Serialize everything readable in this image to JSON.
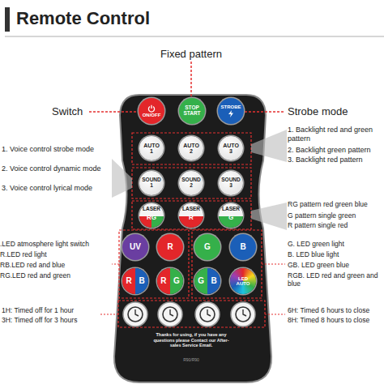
{
  "diagram": {
    "title": "Remote Control",
    "nodes": [
      {
        "text": [
          "ON/OFF"
        ]
      },
      {
        "text": [
          "STOP",
          "START"
        ]
      },
      {
        "text": [
          "STROBE"
        ]
      },
      {
        "text": [
          "AUTO",
          "1"
        ]
      },
      {
        "text": [
          "AUTO",
          "2"
        ]
      },
      {
        "text": [
          "AUTO",
          "3"
        ]
      },
      {
        "text": [
          "SOUND",
          "1"
        ]
      },
      {
        "text": [
          "SOUND",
          "2"
        ]
      },
      {
        "text": [
          "SOUND",
          "3"
        ]
      },
      {
        "text": [
          "LASER",
          "RG"
        ]
      },
      {
        "text": [
          "LASER",
          "R"
        ]
      },
      {
        "text": [
          "LASER",
          "G"
        ]
      },
      {
        "text": [
          "UV"
        ]
      },
      {
        "text": [
          "R"
        ]
      },
      {
        "text": [
          "G"
        ]
      },
      {
        "text": [
          "B"
        ]
      },
      {
        "text": [
          "R",
          "B"
        ]
      },
      {
        "text": [
          "R",
          "G"
        ]
      },
      {
        "text": [
          "G",
          "B"
        ]
      },
      {
        "text": [
          "LED",
          "AUTO"
        ]
      }
    ],
    "labels": [
      "Fixed pattern",
      "Switch",
      "Strobe mode",
      "1. Backlight red and green pattern",
      "2. Backlight green pattern",
      "3. Backlight red pattern",
      "1. Voice control strobe mode",
      "2. Voice control dynamic mode",
      "3. Voice control lyrical mode",
      "RG pattern red green blue",
      "G pattern single green",
      "R pattern single red",
      ".LED atmosphere light switch",
      "R.LED red light",
      "RB.LED red and blue",
      "RG.LED red and green",
      "G. LED green light",
      "B. LED blue light",
      "GB. LED green blue",
      "RGB. LED red and green and blue",
      "1H: Timed off for 1 hour",
      "3H: Timed off for 3 hours",
      "6H: Timed 6 hours to close",
      "8H: Timed 8 hours to close",
      "Thanks for using, if you have any questions please Contact our After-sales Service Email.",
      "R90/R90"
    ]
  }
}
